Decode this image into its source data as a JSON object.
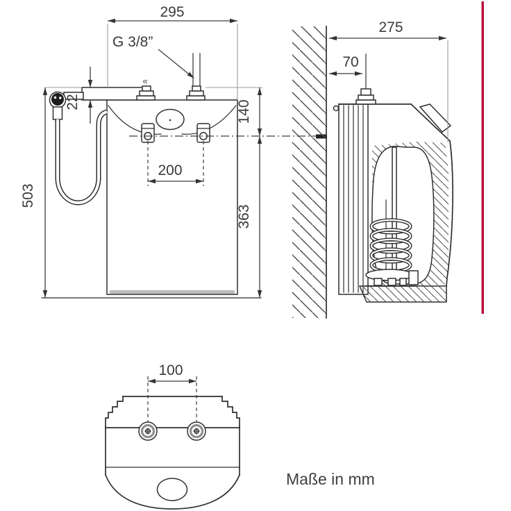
{
  "note": {
    "text": "Maße in mm"
  },
  "front_view": {
    "width_label": "295",
    "thread_label": "G 3/8”",
    "faucet_height_label": "22",
    "total_height_label": "503",
    "top_section_label": "140",
    "body_height_label": "363",
    "bracket_spacing_label": "200",
    "flow_marker": "«"
  },
  "side_view": {
    "depth_label": "275",
    "pipe_offset_label": "70"
  },
  "bottom_view": {
    "connection_spacing_label": "100"
  },
  "colors": {
    "accent_red": "#b8123a",
    "line": "#2f2f2f",
    "dim_text": "#3a3a3a",
    "background": "#ffffff"
  }
}
